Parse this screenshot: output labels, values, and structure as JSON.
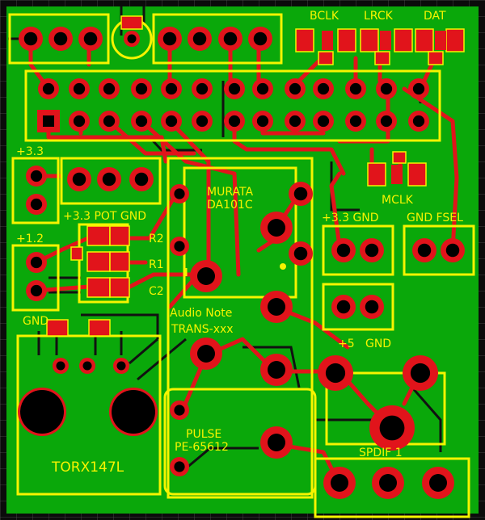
{
  "labels": {
    "bclk": "BCLK",
    "lrck": "LRCK",
    "dat": "DAT",
    "mclk": "MCLK",
    "p33_a": "+3.3",
    "p33_pot_gnd": "+3.3 POT GND",
    "p12": "+1.2",
    "gnd_a": "GND",
    "r2": "R2",
    "r1": "R1",
    "c2": "C2",
    "murata": "MURATA",
    "da101c": "DA101C",
    "audio_note": "Audio Note",
    "trans": "TRANS-xxx",
    "pulse": "PULSE",
    "pe": "PE-65612",
    "torx": "TORX147L",
    "p33_gnd": "+3.3 GND",
    "gnd_fsel": "GND FSEL",
    "p5_gnd": "+5   GND",
    "spdif": "SPDIF 1"
  },
  "colors": {
    "copper": "#0aa80a",
    "trace": "#e1141b",
    "silk": "#f6f400",
    "hole": "#000000",
    "trace_dark": "#111111"
  }
}
